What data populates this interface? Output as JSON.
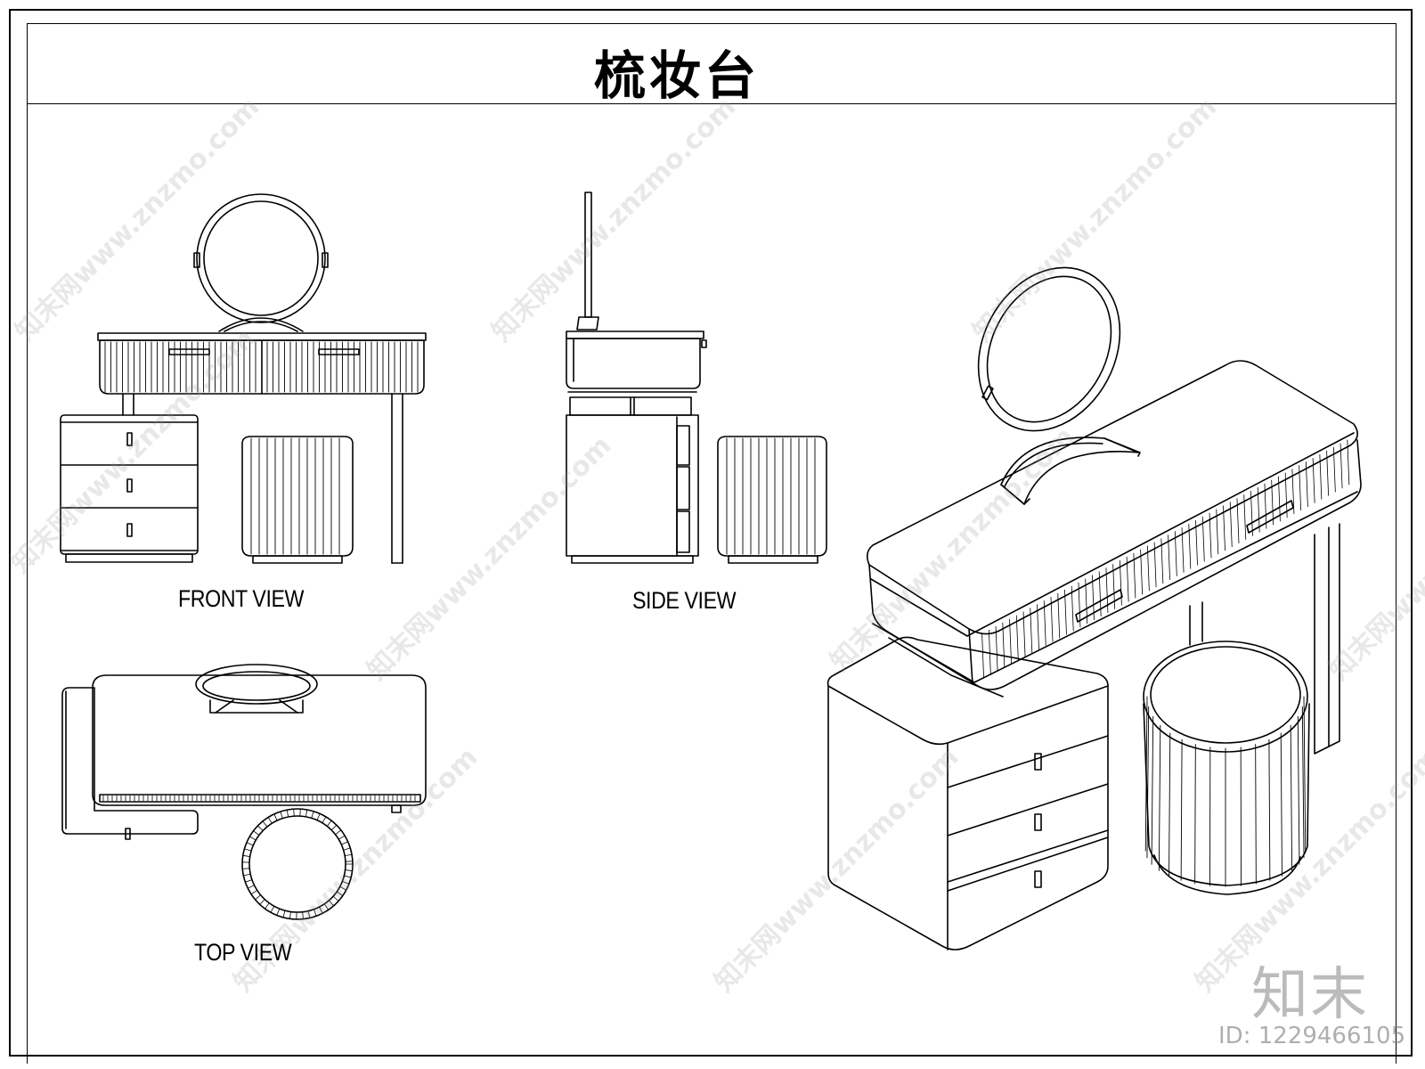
{
  "drawing": {
    "title": "梳妆台",
    "views": {
      "front": "FRONT VIEW",
      "side": "SIDE VIEW",
      "top": "TOP VIEW"
    }
  },
  "watermark": {
    "text": "知末网www.znzmo.com",
    "brand": "知末",
    "id": "ID: 1229466105"
  },
  "colors": {
    "line": "#000000",
    "watermark": "#969696"
  }
}
